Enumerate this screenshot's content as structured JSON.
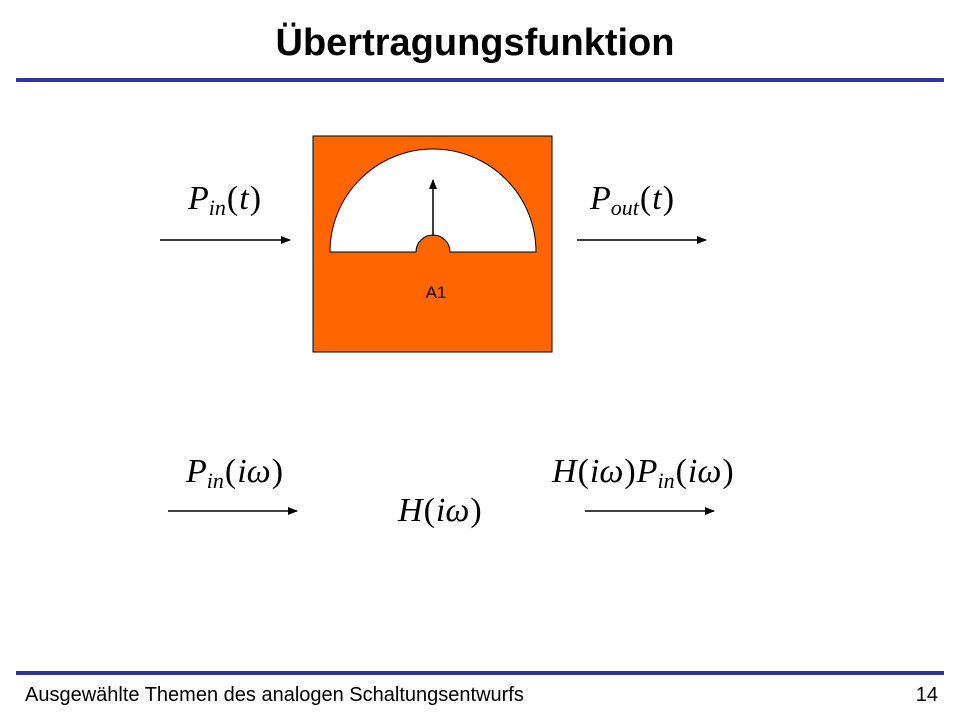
{
  "slide": {
    "title": "Übertragungsfunktion",
    "footer": "Ausgewählte Themen des analogen Schaltungsentwurfs",
    "page_number": "14"
  },
  "meter": {
    "label": "A1"
  },
  "top_row": {
    "input": {
      "symbol": "P",
      "sub": "in",
      "arg": "t"
    },
    "output": {
      "symbol": "P",
      "sub": "out",
      "arg": "t"
    }
  },
  "bottom_row": {
    "input": {
      "symbol": "P",
      "sub": "in",
      "arg": "iω"
    },
    "transfer": {
      "symbol": "H",
      "arg": "iω"
    },
    "output": {
      "symbol1": "H",
      "arg1": "iω",
      "symbol2": "P",
      "sub2": "in",
      "arg2": "iω"
    }
  },
  "colors": {
    "accent_rule": "#3333a0",
    "meter_fill": "#ff6600",
    "meter_face": "#ffffff"
  }
}
